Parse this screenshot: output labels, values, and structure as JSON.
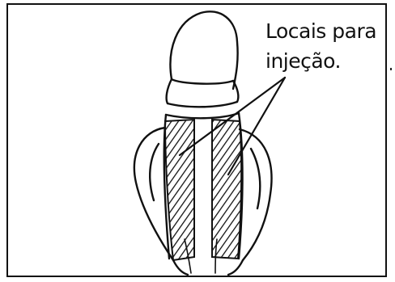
{
  "figure": {
    "label_lines": [
      "Locais para",
      "injeção."
    ],
    "subject_icon": "anatomical-outline",
    "hatch_color": "#111111",
    "line_color": "#111111"
  }
}
